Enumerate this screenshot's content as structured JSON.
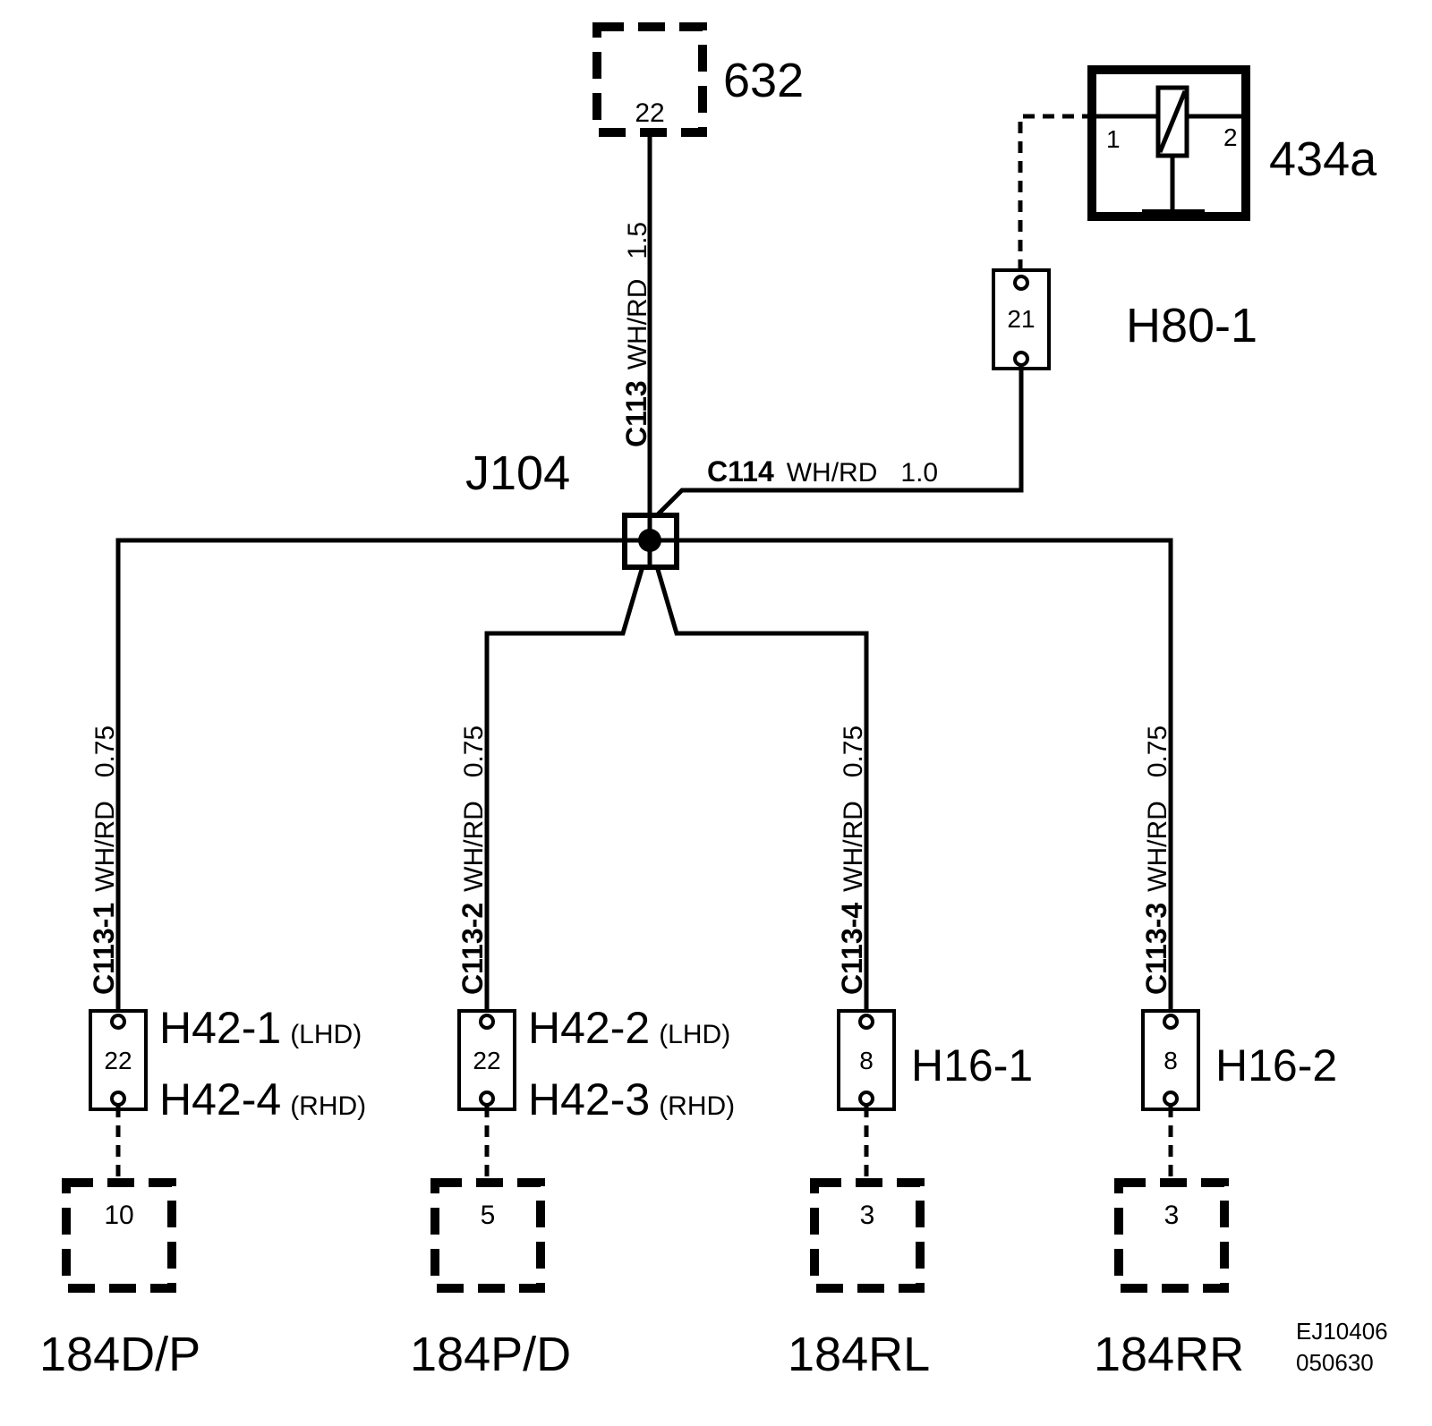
{
  "components": {
    "top_module": {
      "label": "632",
      "pin": "22"
    },
    "relay": {
      "label": "434a",
      "pin1": "1",
      "pin2": "2"
    },
    "c434": {
      "connector": "H80-1",
      "pin": "21"
    },
    "splice": {
      "label": "J104"
    },
    "dp": {
      "label": "184D/P",
      "pin": "10"
    },
    "pd": {
      "label": "184P/D",
      "pin": "5"
    },
    "rl": {
      "label": "184RL",
      "pin": "3"
    },
    "rr": {
      "label": "184RR",
      "pin": "3"
    }
  },
  "connectors": {
    "c1": {
      "pin": "22",
      "name_a": "H42-1",
      "hand_a": "(LHD)",
      "name_b": "H42-4",
      "hand_b": "(RHD)"
    },
    "c2": {
      "pin": "22",
      "name_a": "H42-2",
      "hand_a": "(LHD)",
      "name_b": "H42-3",
      "hand_b": "(RHD)"
    },
    "c3": {
      "pin": "8",
      "name": "H16-1"
    },
    "c4": {
      "pin": "8",
      "name": "H16-2"
    }
  },
  "wires": {
    "main": {
      "circuit": "C113",
      "color": "WH/RD",
      "size": "1.5"
    },
    "h80": {
      "circuit": "C114",
      "color": "WH/RD",
      "size": "1.0"
    },
    "b1": {
      "circuit": "C113-1",
      "color": "WH/RD",
      "size": "0.75"
    },
    "b2": {
      "circuit": "C113-2",
      "color": "WH/RD",
      "size": "0.75"
    },
    "b3": {
      "circuit": "C113-4",
      "color": "WH/RD",
      "size": "0.75"
    },
    "b4": {
      "circuit": "C113-3",
      "color": "WH/RD",
      "size": "0.75"
    }
  },
  "reference": {
    "line1": "EJ10406",
    "line2": "050630"
  }
}
